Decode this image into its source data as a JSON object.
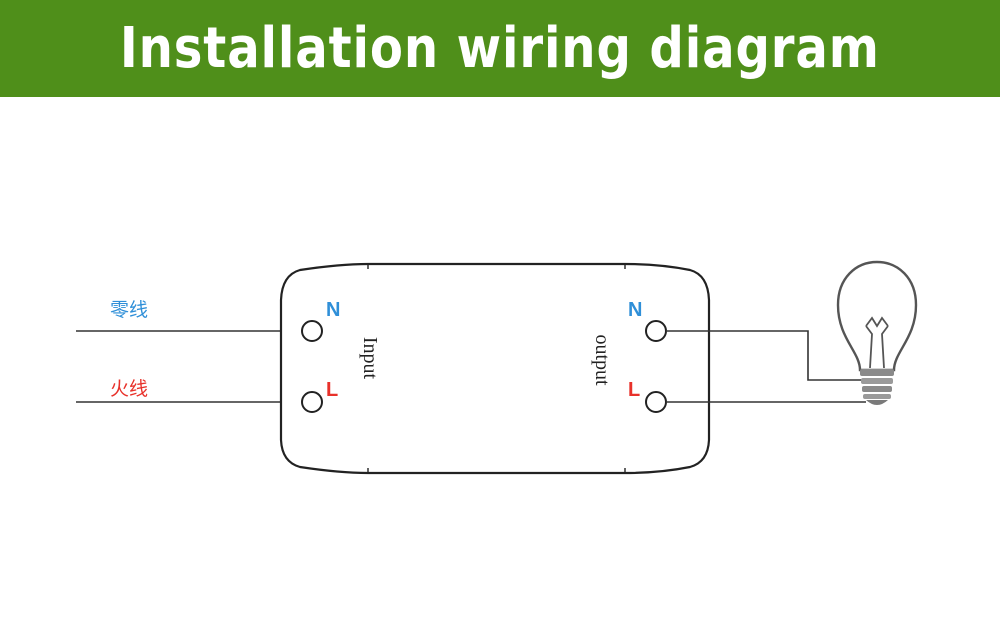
{
  "title": "Installation wiring diagram",
  "colors": {
    "header_bg": "#4f8f1a",
    "header_text": "#ffffff",
    "neutral": "#2f8fd8",
    "live": "#e8312a",
    "line": "#333333"
  },
  "wires": {
    "neutral_label": "零线",
    "live_label": "火线"
  },
  "module": {
    "input_label": "Input",
    "output_label": "output",
    "input_terminals": {
      "n": "N",
      "l": "L"
    },
    "output_terminals": {
      "n": "N",
      "l": "L"
    }
  },
  "icons": {
    "load": "light-bulb-icon"
  }
}
